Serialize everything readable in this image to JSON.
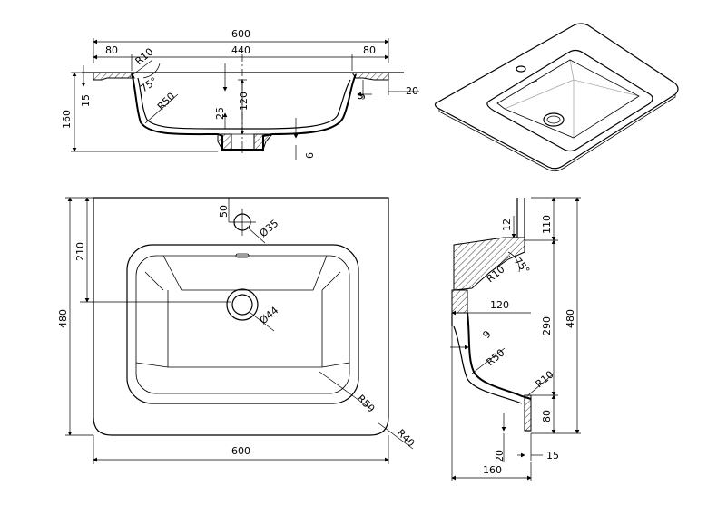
{
  "section_top": {
    "dims": {
      "overall_width": "600",
      "left_rim": "80",
      "basin_width": "440",
      "right_rim": "80",
      "radius_top": "R10",
      "angle": "75°",
      "radius_bowl": "R50",
      "total_depth": "160",
      "rim_thickness": "15",
      "drain_depth": "25",
      "bowl_depth": "120",
      "wall_9": "9",
      "rim_20": "20",
      "bottom_thickness": "9"
    }
  },
  "plan_view": {
    "dims": {
      "width": "600",
      "depth": "480",
      "tap_offset": "210",
      "tap_hole_offset": "50",
      "tap_hole_dia": "Ø35",
      "drain_dia": "Ø44",
      "corner_bowl": "R50",
      "corner_outer": "R40"
    }
  },
  "side_section": {
    "dims": {
      "top_rim": "12",
      "back_110": "110",
      "angle": "75°",
      "radius_top": "R10",
      "drain_120": "120",
      "mid_290": "290",
      "overall_480": "480",
      "wall_9": "9",
      "radius_bowl": "R50",
      "radius_front": "R10",
      "front_80": "80",
      "bottom_20": "20",
      "front_15": "15",
      "depth_160": "160"
    }
  }
}
